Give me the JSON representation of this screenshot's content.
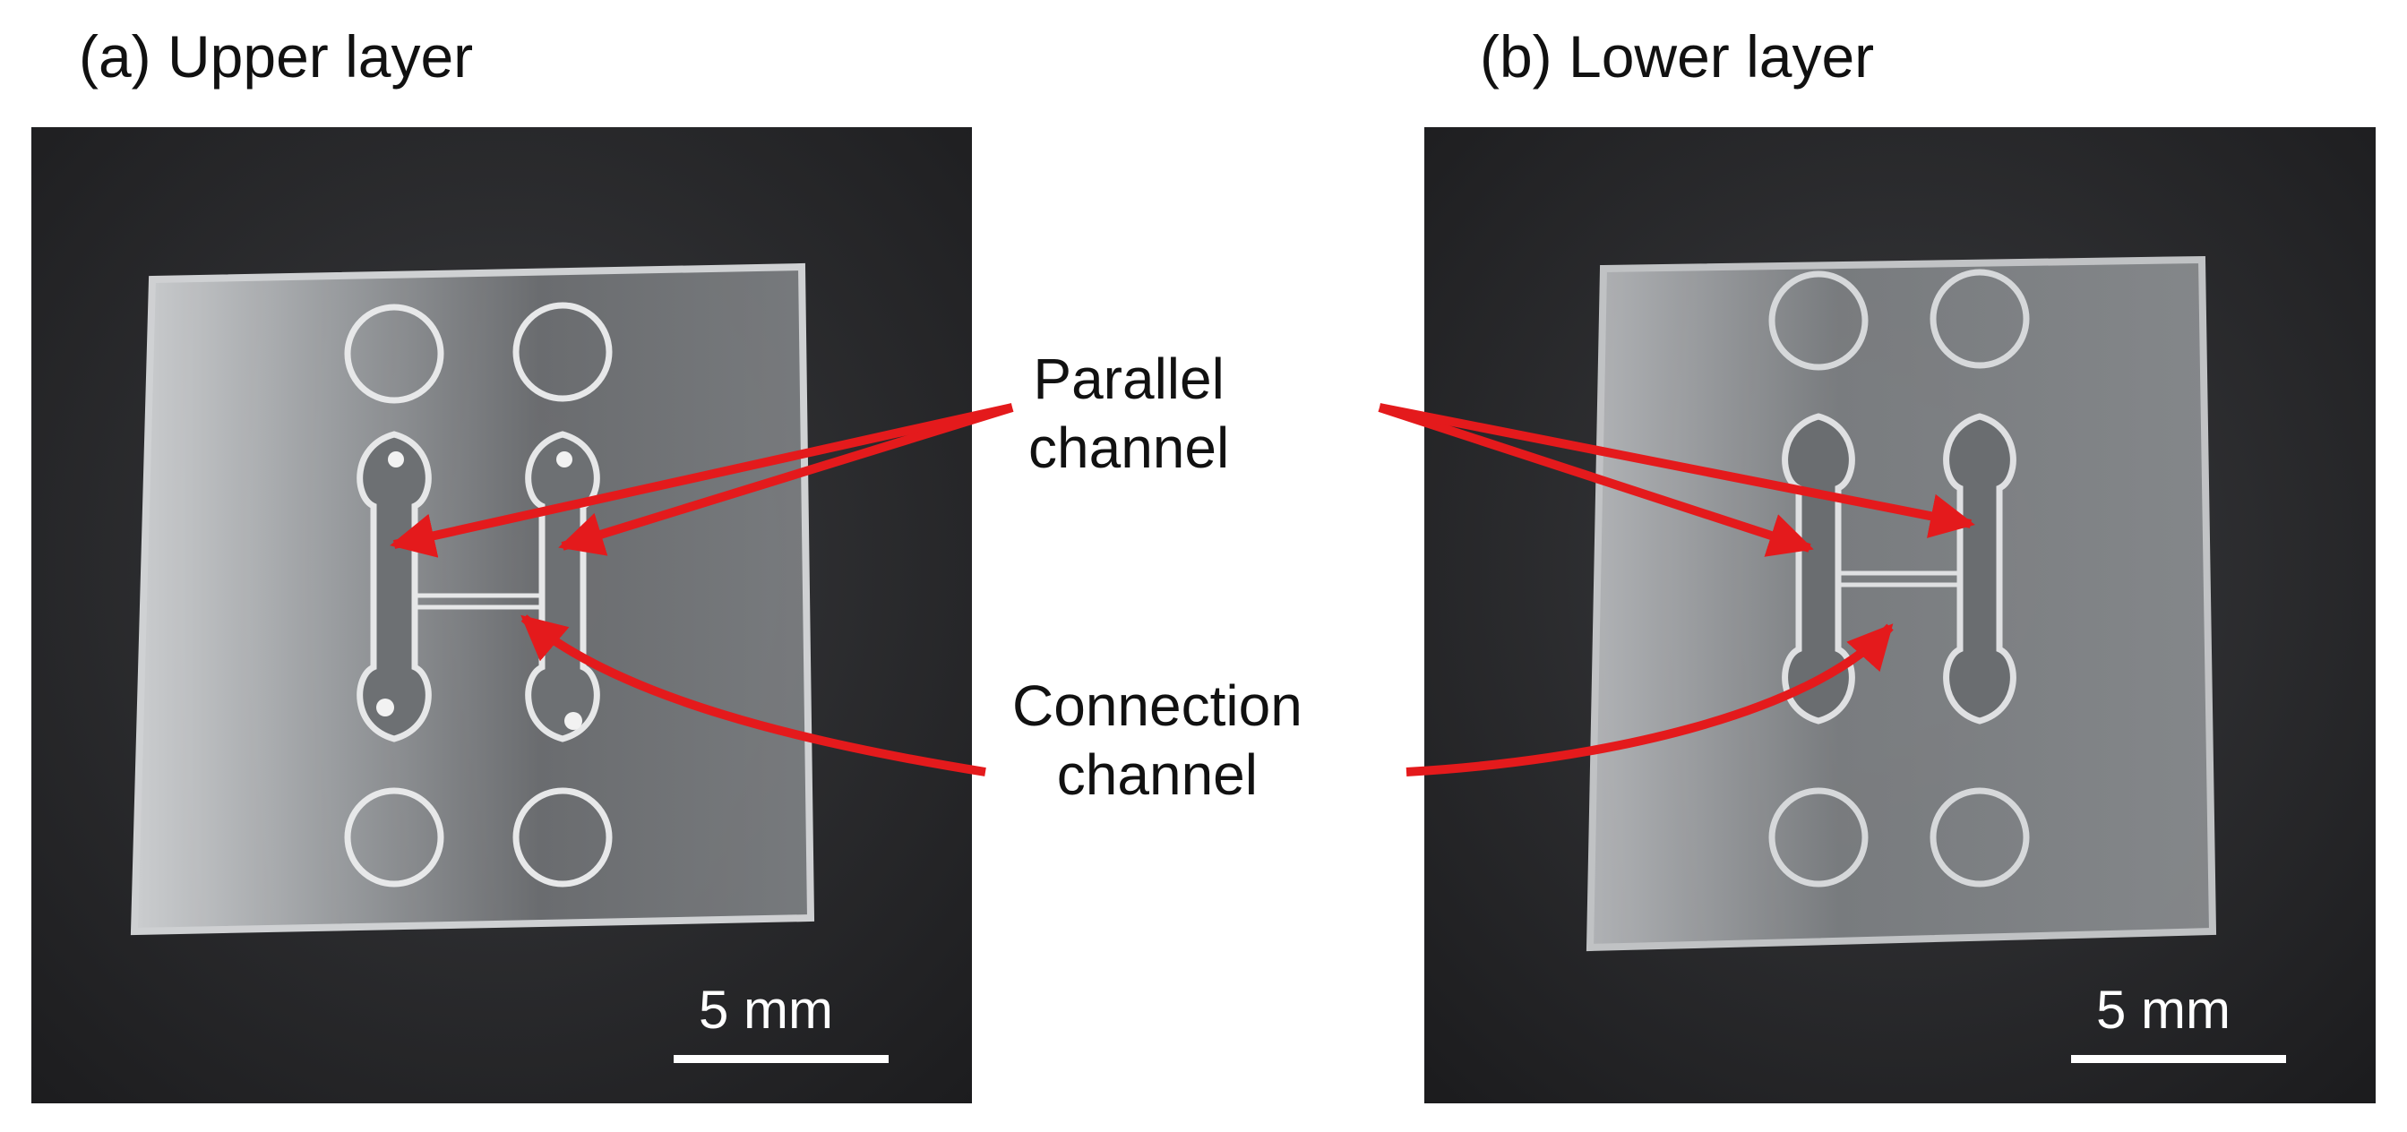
{
  "panels": {
    "a": {
      "title": "(a) Upper layer",
      "scale_bar": "5 mm"
    },
    "b": {
      "title": "(b) Lower layer",
      "scale_bar": "5 mm"
    }
  },
  "annotations": {
    "parallel": {
      "line1": "Parallel",
      "line2": "channel"
    },
    "connection": {
      "line1": "Connection",
      "line2": "channel"
    }
  },
  "colors": {
    "arrow": "#e41a1c",
    "background": "#2a2b2d",
    "scale_bar": "#ffffff"
  }
}
